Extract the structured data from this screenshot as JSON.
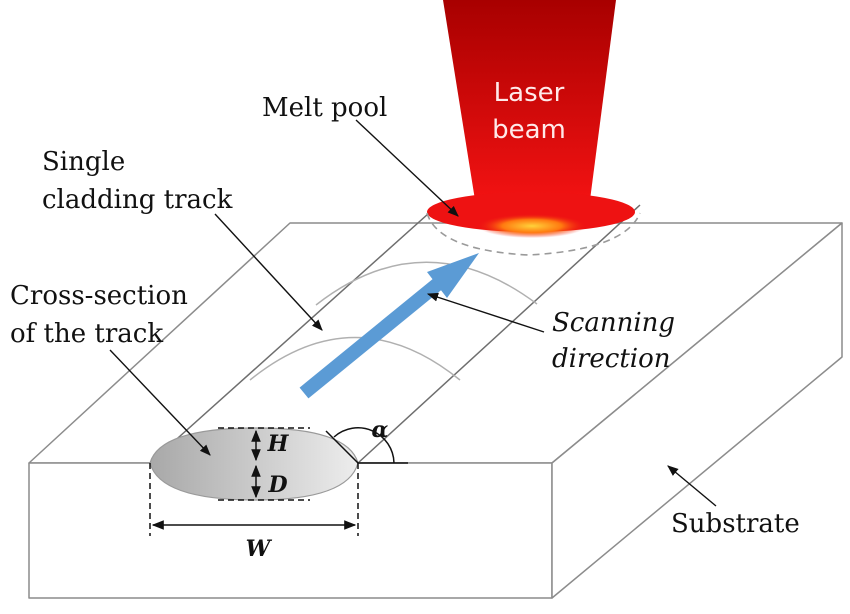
{
  "labels": {
    "laser_line1": "Laser",
    "laser_line2": "beam",
    "melt_pool": "Melt pool",
    "track_line1": "Single",
    "track_line2": "cladding track",
    "cross_line1": "Cross-section",
    "cross_line2": "of the track",
    "scan_line1": "Scanning",
    "scan_line2": "direction",
    "substrate": "Substrate",
    "dim_h": "H",
    "dim_d": "D",
    "dim_w": "W",
    "angle": "α"
  },
  "colors": {
    "beam_top": "#a80000",
    "beam_bottom": "#f01010",
    "arrow": "#5b9bd5",
    "outline": "#808080",
    "cross_section": "#b0b0b0"
  }
}
